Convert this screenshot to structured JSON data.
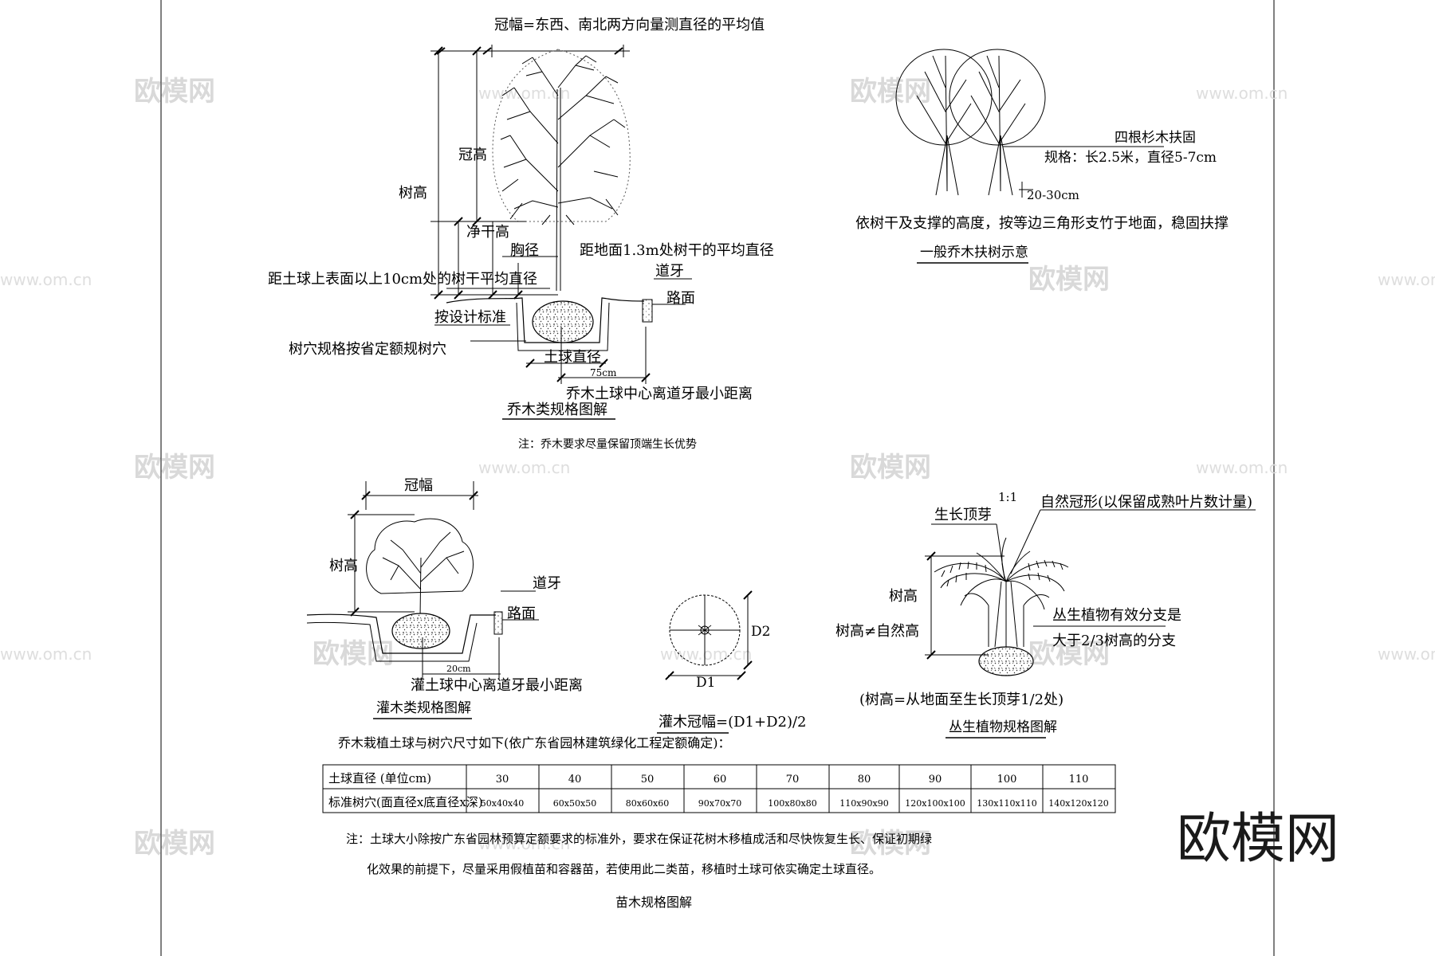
{
  "watermark": {
    "cn": "欧模网",
    "url": "www.om.cn"
  },
  "brand": "欧模网",
  "tree": {
    "crown_width_note": "冠幅=东西、南北两方向量测直径的平均值",
    "crown_height": "冠高",
    "tree_height": "树高",
    "clear_trunk_height": "净干高",
    "dbh": "胸径",
    "dbh_note": "距地面1.3m处树干的平均直径",
    "curb": "道牙",
    "road": "路面",
    "base_diameter_note": "距土球上表面以上10cm处的树干平均直径",
    "per_design": "按设计标准",
    "pit_note": "树穴规格按省定额规树穴",
    "ball_diameter": "土球直径",
    "dim_75": "75cm",
    "min_distance": "乔木土球中心离道牙最小距离",
    "title": "乔木类规格图解",
    "note": "注：乔木要求尽量保留顶端生长优势"
  },
  "stake": {
    "label1": "四根杉木扶固",
    "label2": "规格：长2.5米，直径5-7cm",
    "dim": "20-30cm",
    "desc": "依树干及支撑的高度，按等边三角形支竹于地面，稳固扶撑",
    "title": "一般乔木扶树示意"
  },
  "shrub": {
    "crown_width": "冠幅",
    "height": "树高",
    "curb": "道牙",
    "road": "路面",
    "dim_20": "20cm",
    "min_distance": "灌土球中心离道牙最小距离",
    "title": "灌木类规格图解"
  },
  "shrub_crown": {
    "d2": "D2",
    "d1": "D1",
    "formula": "灌木冠幅=(D1+D2)/2"
  },
  "clump": {
    "scale": "1:1",
    "natural_crown": "自然冠形(以保留成熟叶片数计量)",
    "bud": "生长顶芽",
    "height": "树高",
    "height_ne": "树高≠自然高",
    "branch1": "丛生植物有效分支是",
    "branch2": "大于2/3树高的分支",
    "height_def": "(树高=从地面至生长顶芽1/2处)",
    "title": "丛生植物规格图解"
  },
  "table": {
    "caption": "乔木栽植土球与树穴尺寸如下(依广东省园林建筑绿化工程定额确定)：",
    "row1_label": "土球直径 (单位cm)",
    "row2_label": "标准树穴(面直径x底直径x深)",
    "diameters": [
      "30",
      "40",
      "50",
      "60",
      "70",
      "80",
      "90",
      "100",
      "110"
    ],
    "pits": [
      "50x40x40",
      "60x50x50",
      "80x60x60",
      "90x70x70",
      "100x80x80",
      "110x90x90",
      "120x100x100",
      "130x110x110",
      "140x120x120"
    ]
  },
  "notes": {
    "line1": "注：土球大小除按广东省园林预算定额要求的标准外，要求在保证花树木移植成活和尽快恢复生长、保证初期绿",
    "line2": "化效果的前提下，尽量采用假植苗和容器苗，若使用此二类苗，移植时土球可依实确定土球直径。",
    "title": "苗木规格图解"
  }
}
